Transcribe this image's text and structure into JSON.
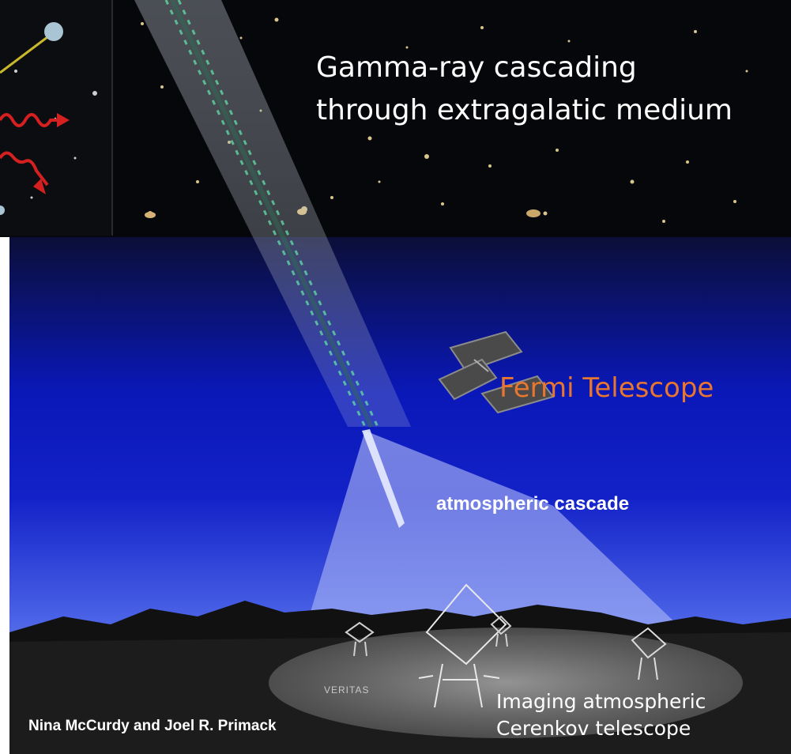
{
  "title": {
    "line1": "Gamma-ray cascading",
    "line2": "through extragalatic medium"
  },
  "labels": {
    "fermi": "Fermi Telescope",
    "atmospheric": "atmospheric cascade",
    "iact_line1": "Imaging atmospheric",
    "iact_line2": "Cerenkov telescope",
    "credit": "Nina McCurdy and Joel R. Primack",
    "veritas": "VERITAS"
  },
  "colors": {
    "fermi_text": "#e8762f",
    "sky_blue": "#0f1ec8",
    "space_black": "#05060a"
  },
  "icons": [
    "satellite-icon",
    "telescope-icon",
    "galaxy-field",
    "red-photon-arrows"
  ]
}
